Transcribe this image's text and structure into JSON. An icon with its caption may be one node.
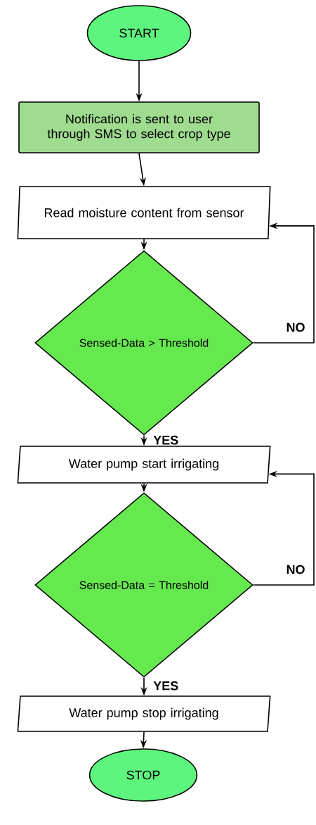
{
  "diagram": {
    "nodes": [
      {
        "text": [
          "START"
        ]
      },
      {
        "text": [
          "Notification is sent to user through SMS to select crop type"
        ]
      },
      {
        "text": [
          "Read moisture content from sensor"
        ]
      },
      {
        "text": [
          "Sensed-Data > Threshold"
        ]
      },
      {
        "text": [
          "Water pump start irrigating"
        ]
      },
      {
        "text": [
          "Sensed-Data = Threshold"
        ]
      },
      {
        "text": [
          "Water pump stop irrigating"
        ]
      },
      {
        "text": [
          "STOP"
        ]
      }
    ],
    "edges": [
      {
        "from": 0,
        "to": 1,
        "arrow": "to"
      },
      {
        "from": 1,
        "to": 2,
        "arrow": "to"
      },
      {
        "from": 2,
        "to": 3,
        "arrow": "to"
      },
      {
        "from": 3,
        "to": 4,
        "arrow": "to",
        "label": "YES"
      },
      {
        "from": 3,
        "to": 2,
        "arrow": "to",
        "label": "NO"
      },
      {
        "from": 4,
        "to": 5,
        "arrow": "to"
      },
      {
        "from": 5,
        "to": 4,
        "arrow": "to",
        "label": "NO"
      },
      {
        "from": 5,
        "to": 6,
        "arrow": "to",
        "label": "YES"
      },
      {
        "from": 6,
        "to": 7,
        "arrow": "to"
      }
    ]
  }
}
